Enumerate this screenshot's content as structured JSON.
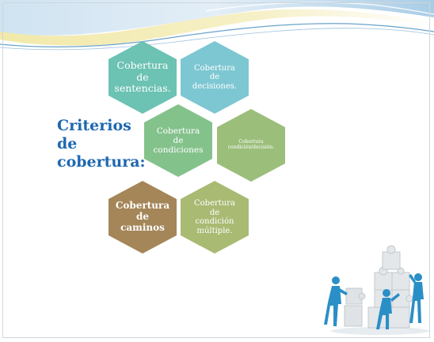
{
  "slide": {
    "title_lines": [
      "Criterios",
      "de",
      "cobertura:"
    ],
    "colors": {
      "title": "#1f68b0",
      "hex_teal": "#6cc2b3",
      "hex_lightblue": "#7dc7d2",
      "hex_green": "#84c28c",
      "hex_olive": "#9bbf7b",
      "hex_brown": "#a48658",
      "hex_lime": "#a9ba73"
    },
    "hexagons": [
      {
        "lines": [
          "Cobertura",
          "de",
          "sentencias."
        ]
      },
      {
        "lines": [
          "Cobertura",
          "de",
          "decisiones."
        ]
      },
      {
        "lines": [
          "Cobertura",
          "de",
          "condiciones"
        ]
      },
      {
        "lines": [
          "Cobertura",
          "condición/decisión."
        ]
      },
      {
        "lines": [
          "Cobertura",
          "de",
          "caminos"
        ]
      },
      {
        "lines": [
          "Cobertura",
          "de",
          "condición",
          "múltiple."
        ]
      }
    ]
  }
}
